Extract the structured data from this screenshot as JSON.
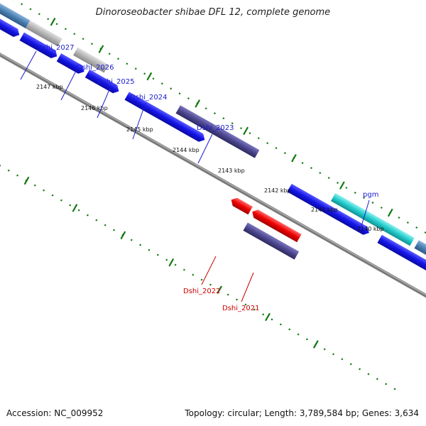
{
  "title": "Dinoroseobacter shibae DFL 12, complete genome",
  "footer": {
    "accession": "Accession: NC_009952",
    "summary": "Topology: circular; Length: 3,789,584 bp; Genes: 3,634"
  },
  "ticks": [
    "2147 kbp",
    "2146 kbp",
    "2145 kbp",
    "2144 kbp",
    "2143 kbp",
    "2142 kbp",
    "2141 kbp",
    "2140 kbp"
  ],
  "genes": [
    {
      "id": "Dshi_2027",
      "color": "#1a1ad0"
    },
    {
      "id": "Dshi_2026",
      "color": "#1a1ad0"
    },
    {
      "id": "Dshi_2025",
      "color": "#1a1ad0"
    },
    {
      "id": "Dshi_2024",
      "color": "#1a1ad0"
    },
    {
      "id": "Dshi_2023",
      "color": "#1a1ad0"
    },
    {
      "id": "pgm",
      "color": "#1a1ad0"
    },
    {
      "id": "Dshi_2022",
      "color": "#cc0000"
    },
    {
      "id": "Dshi_2021",
      "color": "#cc0000"
    }
  ],
  "colors": {
    "cds": "#1414e6",
    "reverse_cds": "#ee0000",
    "gene_purple": "#4c468f",
    "gene_gray": "#b4b4b4",
    "gene_steel": "#4a7fb0",
    "gene_cyan": "#22cccc",
    "backbone": "#7a7a7a",
    "tick_green": "#127a12"
  }
}
